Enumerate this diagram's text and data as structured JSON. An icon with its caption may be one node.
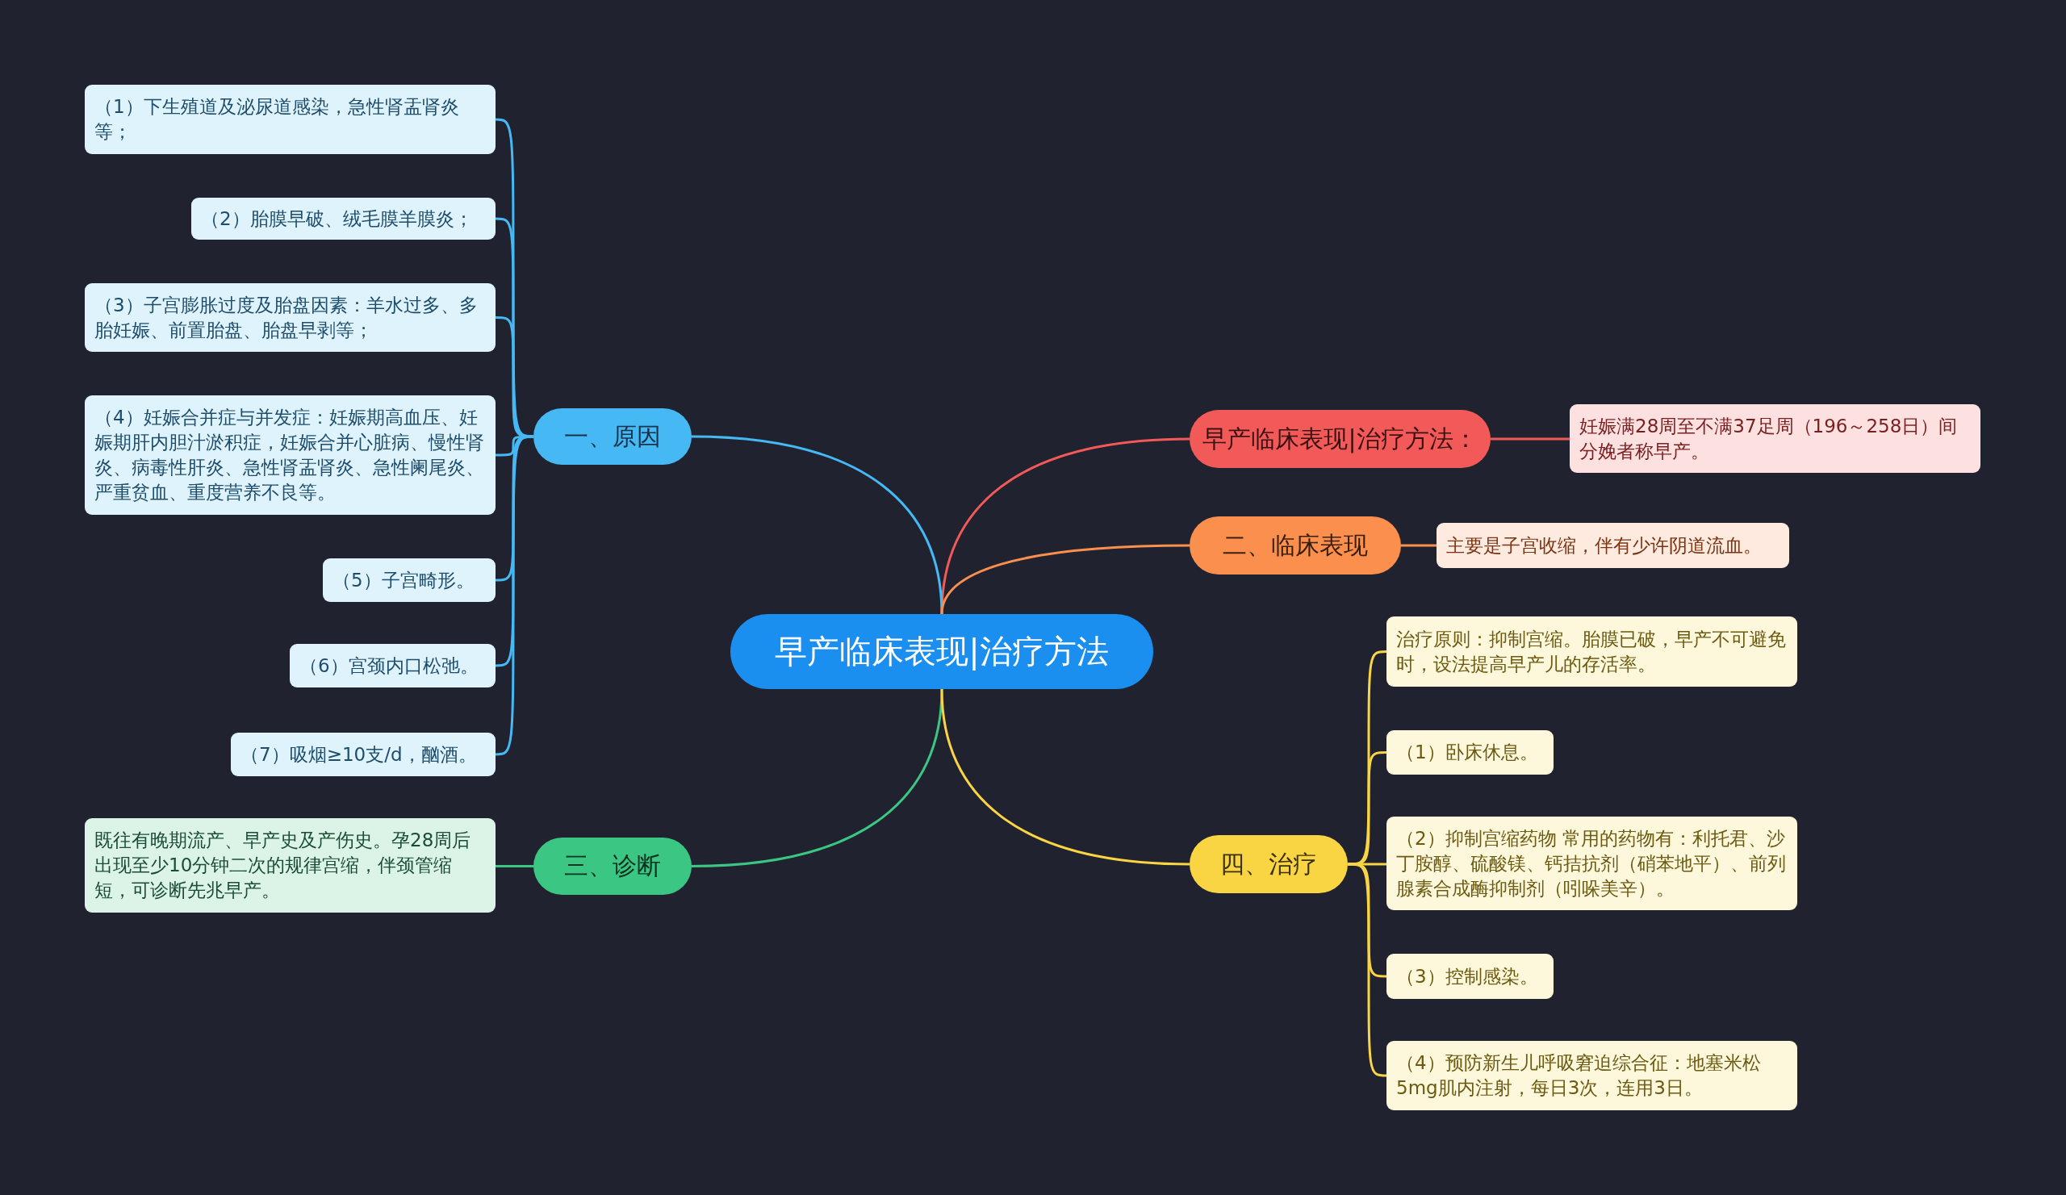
{
  "diagram": {
    "nodes": [
      {
        "text": [
          "早产临床表现|治疗方法"
        ]
      },
      {
        "text": [
          "早产临床表现|治疗方法："
        ]
      },
      {
        "text": [
          "妊娠满28周至不满37足周（196～258日）间分娩者称早产。"
        ]
      },
      {
        "text": [
          "一、原因"
        ]
      },
      {
        "text": [
          "（1）下生殖道及泌尿道感染，急性肾盂肾炎等；"
        ]
      },
      {
        "text": [
          "（2）胎膜早破、绒毛膜羊膜炎；"
        ]
      },
      {
        "text": [
          "（3）子宫膨胀过度及胎盘因素：羊水过多、多胎妊娠、前置胎盘、胎盘早剥等；"
        ]
      },
      {
        "text": [
          "（4）妊娠合并症与并发症：妊娠期高血压、妊娠期肝内胆汁淤积症，妊娠合并心脏病、慢性肾炎、病毒性肝炎、急性肾盂肾炎、急性阑尾炎、严重贫血、重度营养不良等。"
        ]
      },
      {
        "text": [
          "（5）子宫畸形。"
        ]
      },
      {
        "text": [
          "（6）宫颈内口松弛。"
        ]
      },
      {
        "text": [
          "（7）吸烟≥10支/d，酗酒。"
        ]
      },
      {
        "text": [
          "二、临床表现"
        ]
      },
      {
        "text": [
          "主要是子宫收缩，伴有少许阴道流血。"
        ]
      },
      {
        "text": [
          "三、诊断"
        ]
      },
      {
        "text": [
          "既往有晚期流产、早产史及产伤史。孕28周后出现至少10分钟二次的规律宫缩，伴颈管缩短，可诊断先兆早产。"
        ]
      },
      {
        "text": [
          "四、治疗"
        ]
      },
      {
        "text": [
          "治疗原则：抑制宫缩。胎膜已破，早产不可避免时，设法提高早产儿的存活率。"
        ]
      },
      {
        "text": [
          "（1）卧床休息。"
        ]
      },
      {
        "text": [
          "（2）抑制宫缩药物 常用的药物有：利托君、沙丁胺醇、硫酸镁、钙拮抗剂（硝苯地平）、前列腺素合成酶抑制剂（吲哚美辛）。"
        ]
      },
      {
        "text": [
          "（3）控制感染。"
        ]
      },
      {
        "text": [
          "（4）预防新生儿呼吸窘迫综合征：地塞米松5mg肌内注射，每日3次，连用3日。"
        ]
      }
    ],
    "edges": [
      {
        "from": 0,
        "to": 1,
        "arrow": "none",
        "color": "#f25a5a"
      },
      {
        "from": 1,
        "to": 2,
        "arrow": "none",
        "color": "#f25a5a"
      },
      {
        "from": 0,
        "to": 3,
        "arrow": "none"
      },
      {
        "from": 3,
        "to": 4,
        "arrow": "none"
      },
      {
        "from": 3,
        "to": 5,
        "arrow": "none"
      },
      {
        "from": 3,
        "to": 6,
        "arrow": "none"
      },
      {
        "from": 3,
        "to": 7,
        "arrow": "none"
      },
      {
        "from": 3,
        "to": 8,
        "arrow": "none"
      },
      {
        "from": 3,
        "to": 9,
        "arrow": "none"
      },
      {
        "from": 3,
        "to": 10,
        "arrow": "none"
      },
      {
        "from": 0,
        "to": 11,
        "arrow": "none",
        "color": "#fb8f4e"
      },
      {
        "from": 11,
        "to": 12,
        "arrow": "none",
        "color": "#fb8f4e"
      },
      {
        "from": 0,
        "to": 13,
        "arrow": "none",
        "color": "#3cc683"
      },
      {
        "from": 13,
        "to": 14,
        "arrow": "none",
        "color": "#3cc683"
      },
      {
        "from": 0,
        "to": 15,
        "arrow": "none",
        "color": "#fad543"
      },
      {
        "from": 15,
        "to": 16,
        "arrow": "none",
        "color": "#fad543"
      },
      {
        "from": 15,
        "to": 17,
        "arrow": "none",
        "color": "#fad543"
      },
      {
        "from": 15,
        "to": 18,
        "arrow": "none",
        "color": "#fad543"
      },
      {
        "from": 15,
        "to": 19,
        "arrow": "none",
        "color": "#fad543"
      },
      {
        "from": 15,
        "to": 20,
        "arrow": "none",
        "color": "#fad543"
      }
    ]
  }
}
